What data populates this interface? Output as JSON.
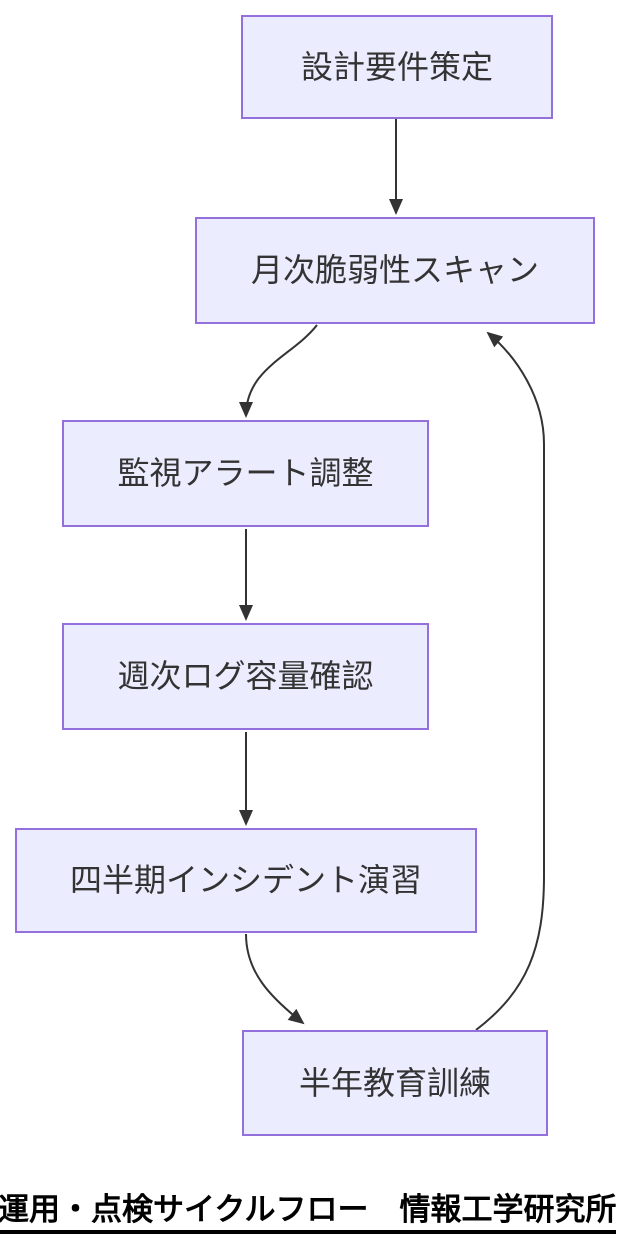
{
  "diagram": {
    "type": "flowchart",
    "direction": "top-down",
    "nodes": [
      {
        "id": "n1",
        "label": "設計要件策定"
      },
      {
        "id": "n2",
        "label": "月次脆弱性スキャン"
      },
      {
        "id": "n3",
        "label": "監視アラート調整"
      },
      {
        "id": "n4",
        "label": "週次ログ容量確認"
      },
      {
        "id": "n5",
        "label": "四半期インシデント演習"
      },
      {
        "id": "n6",
        "label": "半年教育訓練"
      }
    ],
    "edges": [
      {
        "from": "設計要件策定",
        "to": "月次脆弱性スキャン"
      },
      {
        "from": "月次脆弱性スキャン",
        "to": "監視アラート調整"
      },
      {
        "from": "監視アラート調整",
        "to": "週次ログ容量確認"
      },
      {
        "from": "週次ログ容量確認",
        "to": "四半期インシデント演習"
      },
      {
        "from": "四半期インシデント演習",
        "to": "半年教育訓練"
      },
      {
        "from": "半年教育訓練",
        "to": "月次脆弱性スキャン"
      }
    ],
    "caption": {
      "text": "運用・点検サイクルフロー　情報工学研究所"
    },
    "colors": {
      "node_fill": "#ECECFF",
      "node_border": "#9370DB",
      "edge_stroke": "#333333",
      "node_text": "#333333",
      "caption_text": "#000000"
    }
  }
}
